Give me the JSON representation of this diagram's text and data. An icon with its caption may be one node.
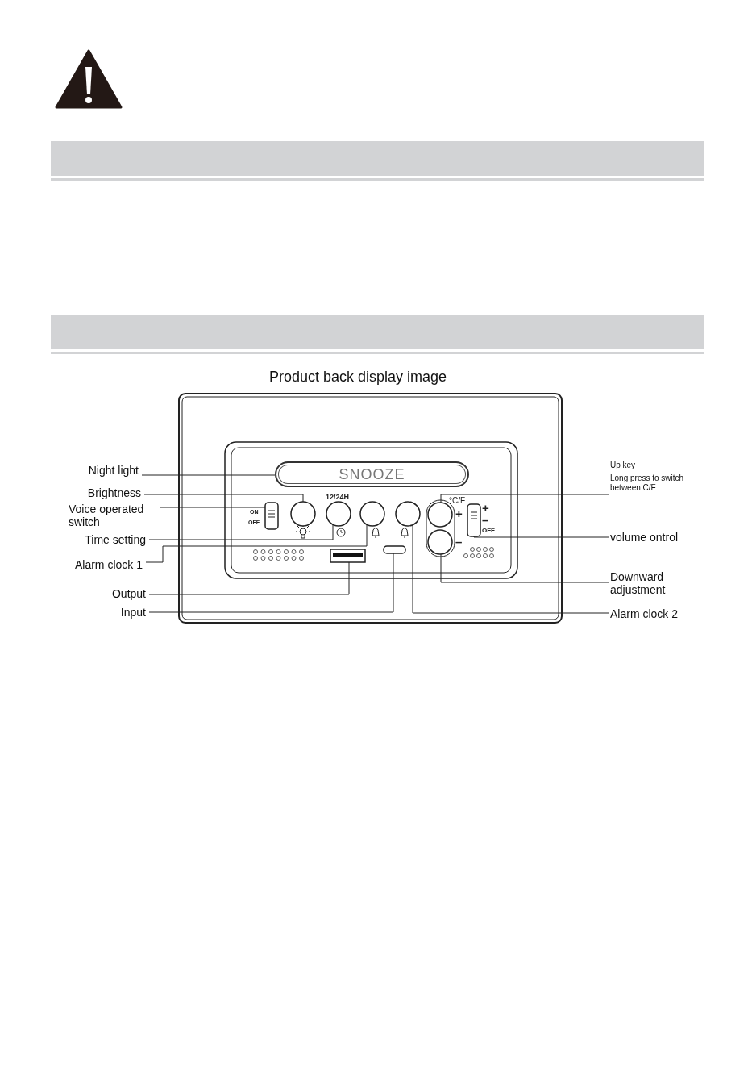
{
  "diagram": {
    "nodes": [
      {
        "text": [
          "Night light"
        ]
      },
      {
        "text": [
          "SNOOZE"
        ]
      },
      {
        "text": [
          "Brightness"
        ]
      },
      {
        "text": [],
        "shape": "circle"
      },
      {
        "text": [
          "Voice operated switch"
        ]
      },
      {
        "text": [],
        "shape": "box"
      },
      {
        "text": [
          "Time setting"
        ]
      },
      {
        "text": [],
        "shape": "circle"
      },
      {
        "text": [
          "Alarm clock 1"
        ]
      },
      {
        "text": [],
        "shape": "circle"
      },
      {
        "text": [
          "Output"
        ]
      },
      {
        "text": [],
        "shape": "box"
      },
      {
        "text": [
          "Input"
        ]
      },
      {
        "text": [],
        "shape": "box"
      },
      {
        "text": [
          "Up key",
          "Long press to switch between C/F"
        ]
      },
      {
        "text": [],
        "shape": "circle"
      },
      {
        "text": [
          "volume ontrol"
        ]
      },
      {
        "text": [],
        "shape": "box"
      },
      {
        "text": [
          "Downward adjustment"
        ]
      },
      {
        "text": [],
        "shape": "circle"
      },
      {
        "text": [
          "Alarm clock 2"
        ]
      },
      {
        "text": [],
        "shape": "circle"
      }
    ],
    "edges": [
      {
        "from": 0,
        "to": 1,
        "arrow": "none"
      },
      {
        "from": 2,
        "to": 3,
        "arrow": "none"
      },
      {
        "from": 4,
        "to": 5,
        "arrow": "none"
      },
      {
        "from": 6,
        "to": 7,
        "arrow": "none"
      },
      {
        "from": 8,
        "to": 9,
        "arrow": "none"
      },
      {
        "from": 10,
        "to": 11,
        "arrow": "none"
      },
      {
        "from": 12,
        "to": 13,
        "arrow": "none"
      },
      {
        "from": 14,
        "to": 15,
        "arrow": "none"
      },
      {
        "from": 16,
        "to": 17,
        "arrow": "none"
      },
      {
        "from": 18,
        "to": 19,
        "arrow": "none"
      },
      {
        "from": 20,
        "to": 21,
        "arrow": "none"
      }
    ],
    "title": "Product back display image",
    "labels": [
      "12/24H",
      "ON",
      "OFF",
      "°C/F",
      "+",
      "+",
      "–",
      "OFF",
      "–"
    ]
  }
}
